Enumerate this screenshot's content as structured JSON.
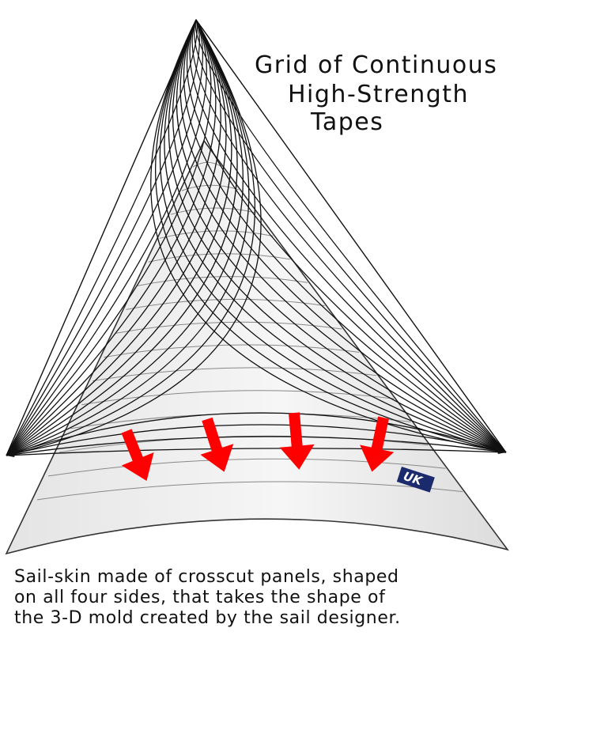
{
  "title": {
    "line1": "Grid of Continuous",
    "line2": "High-Strength",
    "line3": "Tapes"
  },
  "caption": {
    "line1": "Sail-skin made of crosscut panels, shaped",
    "line2": "on all four sides, that takes the shape of",
    "line3": "the 3-D mold created by the sail designer."
  },
  "colors": {
    "tape": "#111111",
    "sail_fill": "#eeeeee",
    "seam": "#888888",
    "arrow": "#ff0000",
    "logo": "#1a2a6c"
  },
  "arrows": {
    "count": 4,
    "direction": "down"
  },
  "logo": {
    "name": "sailmaker-logo",
    "text": "UK"
  }
}
